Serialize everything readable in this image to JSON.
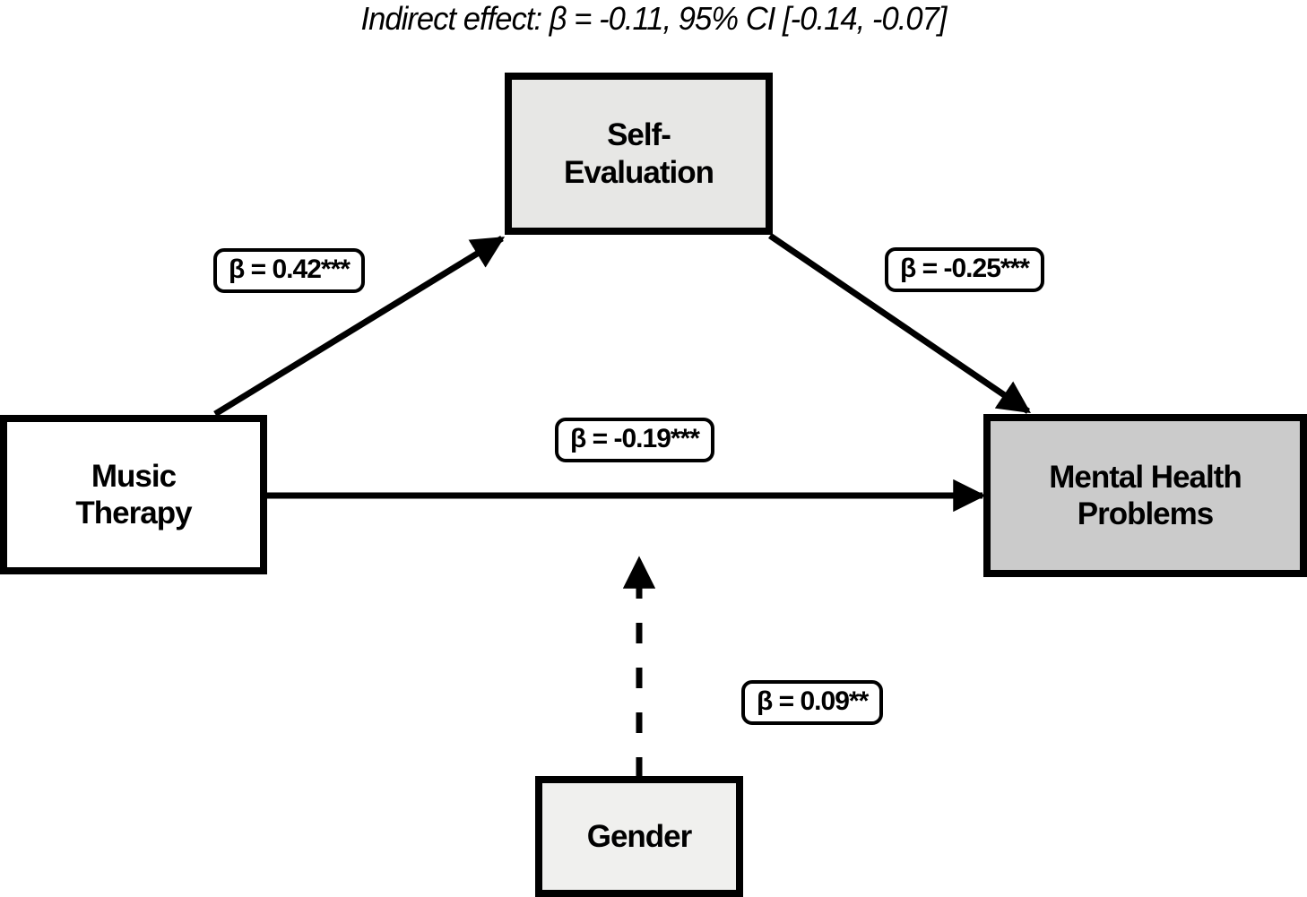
{
  "title": "Indirect effect: β = -0.11, 95% CI [-0.14, -0.07]",
  "nodes": {
    "self_evaluation": {
      "label": "Self-\nEvaluation"
    },
    "music_therapy": {
      "label": "Music\nTherapy"
    },
    "mental_health": {
      "label": "Mental Health\nProblems"
    },
    "gender": {
      "label": "Gender"
    }
  },
  "path_labels": {
    "a_path": "β = 0.42***",
    "b_path": "β = -0.25***",
    "direct_path": "β = -0.19***",
    "moderation_path": "β = 0.09**"
  },
  "colors": {
    "mediator_box_fill": "#e7e7e5",
    "predictor_box_fill": "#ffffff",
    "outcome_box_fill": "#cbcbcb",
    "moderator_box_fill": "#f0f0ee",
    "line_and_border": "#000000",
    "background": "#ffffff"
  }
}
